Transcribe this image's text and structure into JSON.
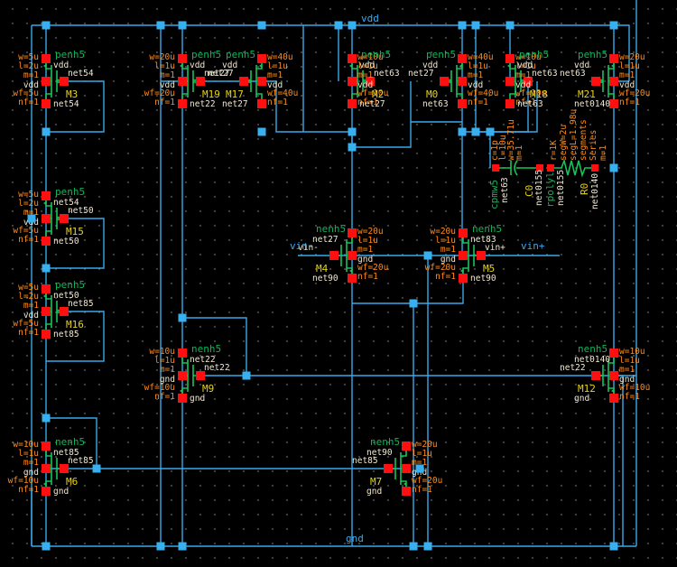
{
  "schematic": {
    "supply_net": "vdd",
    "ground_net": "gnd",
    "pins": [
      {
        "name": "vin-",
        "label": "vin-"
      },
      {
        "name": "vin+",
        "label": "vin+"
      }
    ],
    "pmos": [
      {
        "inst": "M3",
        "cell": "penh5",
        "w": "w=5u",
        "l": "l=2u",
        "m": "m=1",
        "wf": "wf=5u",
        "nf": "nf=1",
        "bulk": "vdd",
        "source": "vdd",
        "gate": "net54",
        "drain": "net54"
      },
      {
        "inst": "M19",
        "cell": "penh5",
        "w": "w=20u",
        "l": "l=1u",
        "m": "m=1",
        "wf": "wf=20u",
        "nf": "nf=1",
        "bulk": "vdd",
        "source": "vdd",
        "gate": "net27",
        "drain": "net22"
      },
      {
        "inst": "M17",
        "cell": "penh5",
        "w": "w=40u",
        "l": "l=1u",
        "m": "m=1",
        "wf": "wf=40u",
        "nf": "nf=1",
        "bulk": "vdd",
        "source": "vdd",
        "gate": "net27",
        "drain": "net27"
      },
      {
        "inst": "M2",
        "cell": "penh5",
        "w": "w=10u",
        "l": "l=1u",
        "m": "m=1",
        "wf": "wf=10u",
        "nf": "nf=1",
        "bulk": "vdd",
        "source": "vdd",
        "gate": "net63",
        "drain": "net27"
      },
      {
        "inst": "M0",
        "cell": "penh5",
        "w": "w=40u",
        "l": "l=1u",
        "m": "m=1",
        "wf": "wf=40u",
        "nf": "nf=1",
        "bulk": "vdd",
        "source": "vdd",
        "gate": "net27",
        "drain": "net63"
      },
      {
        "inst": "M18",
        "cell": "penh5",
        "w": "w=10u",
        "l": "l=1u",
        "m": "m=1",
        "wf": "wf=10u",
        "nf": "nf=1",
        "bulk": "vdd",
        "source": "vdd",
        "gate": "net63",
        "drain": "net63"
      },
      {
        "inst": "M21",
        "cell": "penh5",
        "w": "w=20u",
        "l": "l=1u",
        "m": "m=1",
        "wf": "wf=20u",
        "nf": "nf=1",
        "bulk": "vdd",
        "source": "vdd",
        "gate": "net63",
        "drain": "net0140"
      },
      {
        "inst": "M15",
        "cell": "penh5",
        "w": "w=5u",
        "l": "l=2u",
        "m": "m=1",
        "wf": "wf=5u",
        "nf": "nf=1",
        "bulk": "vdd",
        "source": "net54",
        "gate": "net50",
        "drain": "net50"
      },
      {
        "inst": "M16",
        "cell": "penh5",
        "w": "w=5u",
        "l": "l=2u",
        "m": "m=1",
        "wf": "wf=5u",
        "nf": "nf=1",
        "bulk": "vdd",
        "source": "net50",
        "gate": "net85",
        "drain": "net85"
      }
    ],
    "nmos": [
      {
        "inst": "M4",
        "cell": "nenh5",
        "w": "w=20u",
        "l": "l=1u",
        "m": "m=1",
        "wf": "wf=20u",
        "nf": "nf=1",
        "bulk": "gnd",
        "drain": "net27",
        "gate": "vin-",
        "source": "net90"
      },
      {
        "inst": "M5",
        "cell": "nenh5",
        "w": "w=20u",
        "l": "l=1u",
        "m": "m=1",
        "wf": "wf=20u",
        "nf": "nf=1",
        "bulk": "gnd",
        "drain": "net83",
        "gate": "vin+",
        "source": "net90"
      },
      {
        "inst": "M9",
        "cell": "nenh5",
        "w": "w=10u",
        "l": "l=1u",
        "m": "m=1",
        "wf": "wf=10u",
        "nf": "nf=1",
        "bulk": "gnd",
        "drain": "net22",
        "gate": "net22",
        "source": "gnd"
      },
      {
        "inst": "M12",
        "cell": "nenh5",
        "w": "w=10u",
        "l": "l=1u",
        "m": "m=1",
        "wf": "wf=10u",
        "nf": "nf=1",
        "bulk": "gnd",
        "drain": "net0140",
        "gate": "net22",
        "source": "gnd"
      },
      {
        "inst": "M6",
        "cell": "nenh5",
        "w": "w=10u",
        "l": "l=1u",
        "m": "m=1",
        "wf": "wf=10u",
        "nf": "nf=1",
        "bulk": "gnd",
        "drain": "net85",
        "gate": "net85",
        "source": "gnd"
      },
      {
        "inst": "M7",
        "cell": "nenh5",
        "w": "w=20u",
        "l": "l=1u",
        "m": "m=1",
        "wf": "wf=20u",
        "nf": "nf=1",
        "bulk": "gnd",
        "drain": "net90",
        "gate": "net85",
        "source": "gnd"
      }
    ],
    "capacitor": {
      "inst": "C0",
      "cell": "cpmw5",
      "params": [
        "c=1p",
        "l=10u",
        "w=35.71u",
        "m=1"
      ],
      "net_a": "net63",
      "net_b": "net0155"
    },
    "resistor": {
      "inst": "R0",
      "cell": "rpolyl",
      "params": [
        "r=1K",
        "segW=2u",
        "segL=1.98u",
        "segments",
        "Series",
        "m=1"
      ],
      "net_a": "net0155",
      "net_b": "net0140"
    }
  }
}
